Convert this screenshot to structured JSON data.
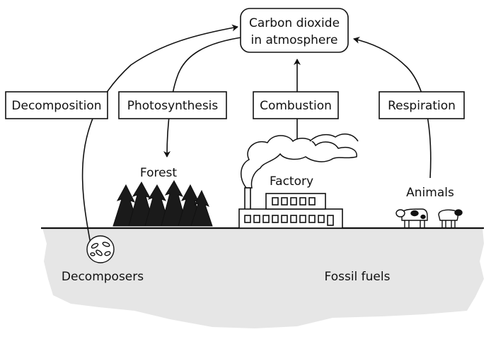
{
  "atmosphere": {
    "line1": "Carbon dioxide",
    "line2": "in atmosphere"
  },
  "processes": {
    "decomposition": "Decomposition",
    "photosynthesis": "Photosynthesis",
    "combustion": "Combustion",
    "respiration": "Respiration"
  },
  "places": {
    "forest": "Forest",
    "factory": "Factory",
    "animals": "Animals",
    "decomposers": "Decomposers",
    "fossil_fuels": "Fossil fuels"
  },
  "colors": {
    "ink": "#111111",
    "ground": "#e6e6e6",
    "background": "#ffffff"
  }
}
